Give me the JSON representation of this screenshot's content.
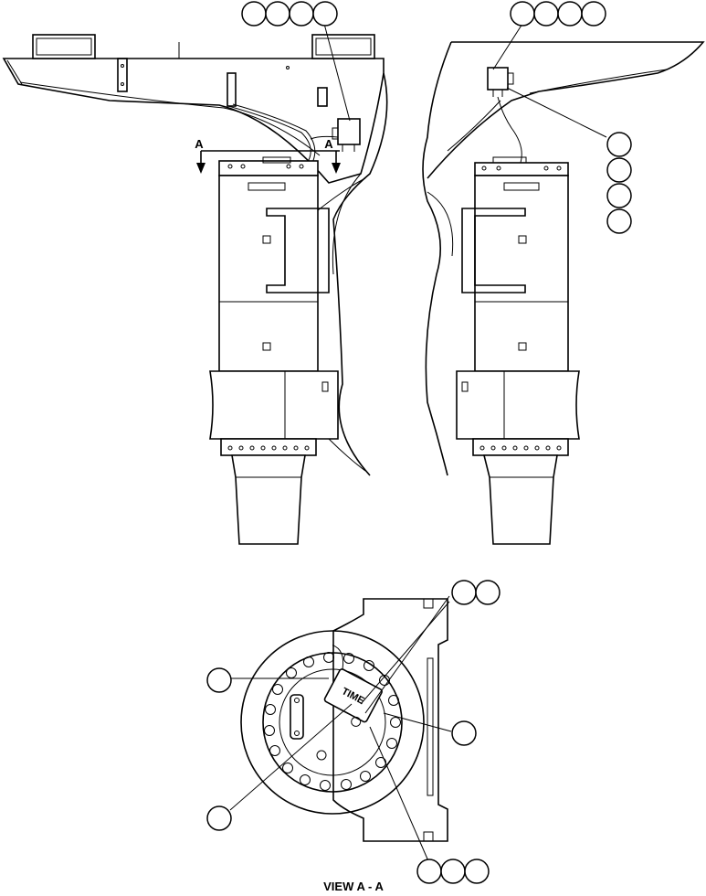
{
  "section_marker": {
    "letter_left": "A",
    "letter_right": "A"
  },
  "view_caption": "VIEW A - A",
  "part_label": "TIME"
}
